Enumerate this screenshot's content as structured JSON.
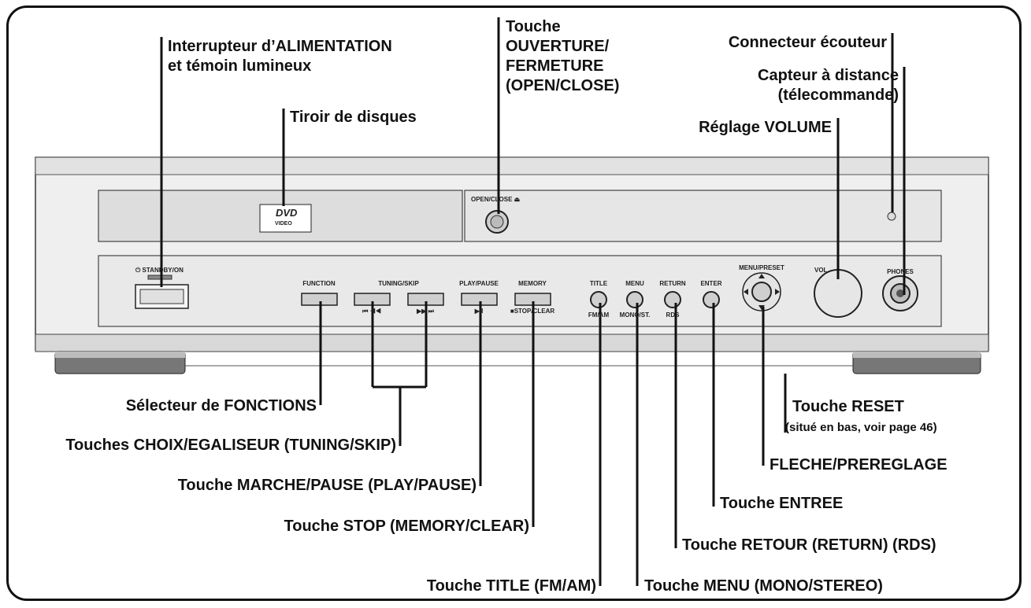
{
  "callouts": {
    "power": [
      "Interrupteur d’ALIMENTATION",
      "et témoin lumineux"
    ],
    "tray": "Tiroir de disques",
    "open_close": [
      "Touche",
      "OUVERTURE/",
      "FERMETURE",
      "(OPEN/CLOSE)"
    ],
    "headphone": "Connecteur écouteur",
    "remote_sensor": [
      "Capteur à distance",
      "(télecommande)"
    ],
    "volume": "Réglage VOLUME",
    "function": "Sélecteur de FONCTIONS",
    "tuning_skip": "Touches CHOIX/EGALISEUR (TUNING/SKIP)",
    "play_pause": "Touche MARCHE/PAUSE (PLAY/PAUSE)",
    "stop": "Touche STOP (MEMORY/CLEAR)",
    "title": "Touche TITLE (FM/AM)",
    "menu": "Touche MENU (MONO/STEREO)",
    "return": "Touche RETOUR (RETURN) (RDS)",
    "enter": "Touche ENTREE",
    "arrow_preset": "FLECHE/PREREGLAGE",
    "reset": "Touche RESET",
    "reset_note": "(situé en bas, voir page 46)"
  },
  "panel_labels": {
    "dvd_logo": "DVD",
    "dvd_logo_sub": "VIDEO",
    "open_close": "OPEN/CLOSE ⏏",
    "standby": "⏻ STANDBY/ON",
    "function": "FUNCTION",
    "tuning_skip": "TUNING/SKIP",
    "skip_back": "⏮ ◀◀",
    "skip_fwd": "▶▶ ⏭",
    "play_pause": "PLAY/PAUSE",
    "play_pause_sym": "▶II",
    "memory": "MEMORY",
    "stop_clear": "■STOP/CLEAR",
    "title": "TITLE",
    "fm_am": "FM/AM",
    "menu": "MENU",
    "mono_st": "MONO/ST.",
    "return": "RETURN",
    "rds": "RDS",
    "enter": "ENTER",
    "menu_preset": "MENU/PRESET",
    "vol": "VOL.",
    "phones": "PHONES"
  }
}
